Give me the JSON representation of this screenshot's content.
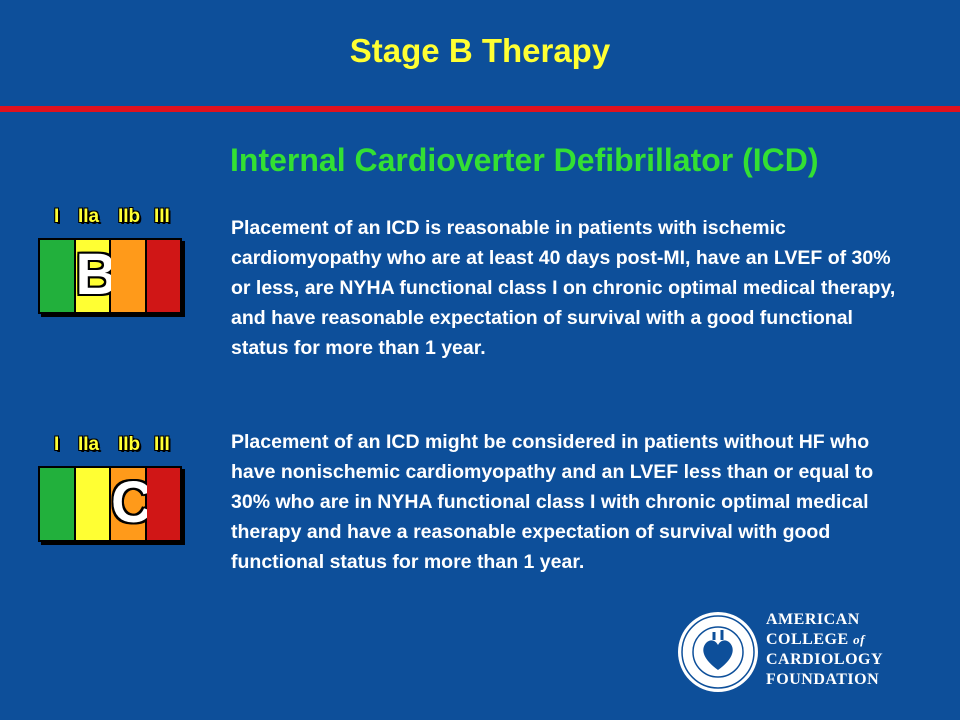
{
  "title": "Stage B Therapy",
  "subtitle": "Internal Cardioverter Defibrillator (ICD)",
  "class_labels": [
    "I",
    "IIa",
    "IIb",
    "III"
  ],
  "colors": {
    "background": "#0d4f9a",
    "title": "#ffff33",
    "subtitle": "#33e033",
    "rule": "#e0121e",
    "class_I": "#22b03c",
    "class_IIa": "#ffff33",
    "class_IIb": "#ff9a1a",
    "class_III": "#d01616"
  },
  "recommendations": [
    {
      "class": "IIa",
      "level": "B",
      "text": "Placement of an ICD is reasonable in patients with ischemic cardiomyopathy who are at least 40 days post-MI, have an LVEF of 30% or less, are NYHA functional class I on chronic optimal medical therapy, and have reasonable expectation of survival with a good functional status for more than 1 year."
    },
    {
      "class": "IIb",
      "level": "C",
      "text": "Placement of an ICD might be considered in patients without HF who have nonischemic cardiomyopathy and an LVEF less than or equal to 30% who are in NYHA functional class I with chronic optimal medical therapy and have a reasonable expectation of survival with good functional status for more than 1 year."
    }
  ],
  "logo": {
    "icon": "acc-foundation-seal-icon",
    "seal_text": "AMERICAN COLLEGE OF CARDIOLOGY FOUNDATION",
    "lines": [
      "AMERICAN",
      "COLLEGE",
      "of",
      "CARDIOLOGY",
      "FOUNDATION"
    ]
  }
}
